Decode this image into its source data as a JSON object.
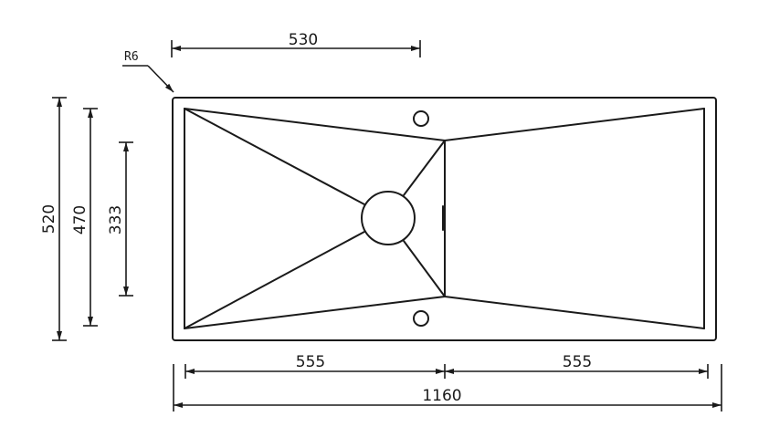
{
  "dimensions": {
    "top_width": "530",
    "corner_radius": "R6",
    "overall_depth": "520",
    "bowl_depth": "470",
    "drain_offset": "333",
    "bowl_width": "555",
    "drainer_width": "555",
    "overall_width": "1160"
  },
  "colors": {
    "line": "#1a1a1a",
    "background": "#ffffff"
  }
}
